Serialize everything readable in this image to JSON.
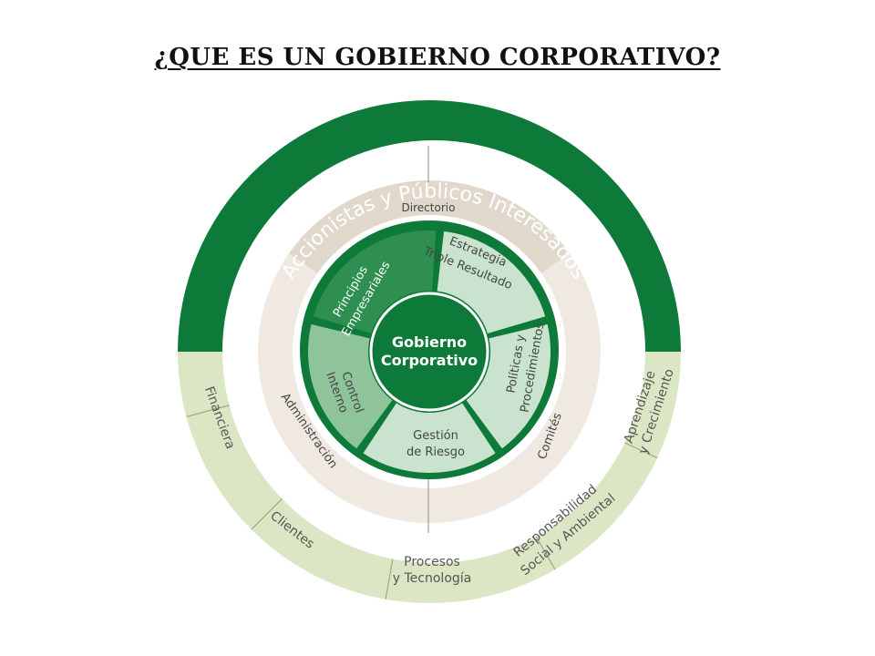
{
  "title": "¿QUE ES UN GOBIERNO CORPORATIVO?",
  "colors": {
    "dark_green": "#0e7a3a",
    "light_green": "#dbe7c4",
    "mid_green": "#8fc49a",
    "pale_green": "#c9e3cf",
    "beige_dark": "#e1d8cc",
    "beige_light": "#efe9e2",
    "center": "#0e7a3a"
  },
  "outer_ring": {
    "top_label": "Accionistas y Públicos Interesados",
    "bottom_segments": [
      "Financiera",
      "Clientes",
      "Procesos",
      "y Tecnología",
      "Responsabilidad",
      "Social y Ambiental",
      "Aprendizaje",
      "y Crecimiento"
    ]
  },
  "middle_ring": {
    "segments": [
      "Directorio",
      "Comités",
      "Administración"
    ]
  },
  "inner_ring": {
    "segments": [
      "Estrategia",
      "Triple Resultado",
      "Políticas y",
      "Procedimientos",
      "Gestión",
      "de Riesgo",
      "Control",
      "Interno",
      "Principios",
      "Empresariales"
    ]
  },
  "center": {
    "line1": "Gobierno",
    "line2": "Corporativo"
  }
}
